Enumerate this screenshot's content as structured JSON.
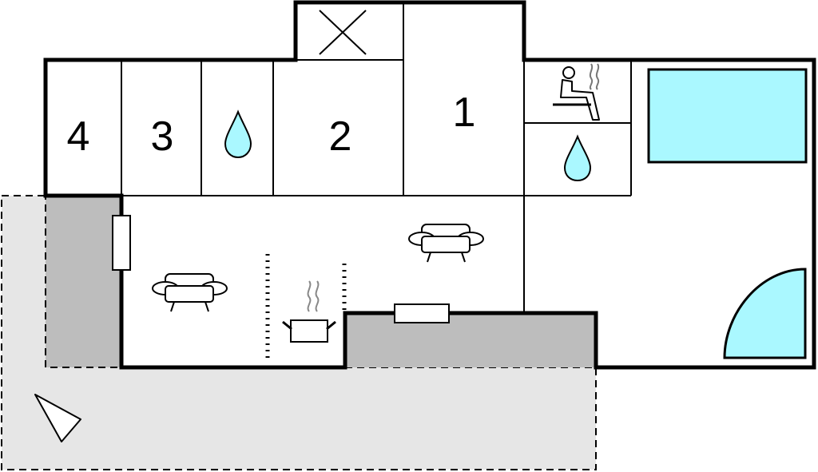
{
  "floorplan": {
    "rooms": {
      "room_1": "1",
      "room_2": "2",
      "room_3": "3",
      "room_4": "4"
    },
    "colors": {
      "terrace": "#e6e6e6",
      "terrace_covered": "#bdbdbd",
      "water": "#aaf8ff",
      "wall": "#000000",
      "steam": "#888888"
    },
    "icons": [
      "bathroom-icon",
      "sauna-icon",
      "pool-icon",
      "hot-tub-icon",
      "sofa-icon",
      "kitchen-icon",
      "window-icon",
      "stairs-icon",
      "north-arrow-icon",
      "shaft-icon"
    ]
  }
}
